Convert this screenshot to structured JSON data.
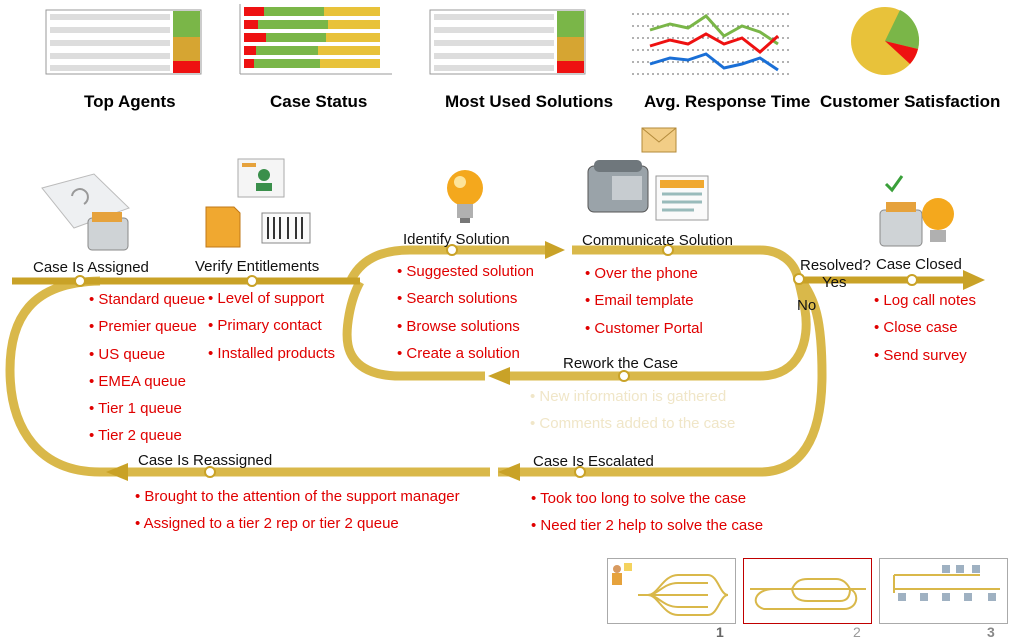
{
  "dashboard": {
    "titles": [
      "Top Agents",
      "Case Status",
      "Most Used Solutions",
      "Avg. Response Time",
      "Customer Satisfaction"
    ]
  },
  "flow": {
    "stages": {
      "case_assigned": "Case Is Assigned",
      "verify_entitlements": "Verify Entitlements",
      "identify_solution": "Identify Solution",
      "communicate_solution": "Communicate Solution",
      "resolved": "Resolved?",
      "yes": "Yes",
      "no": "No",
      "case_closed": "Case Closed",
      "rework": "Rework the Case",
      "escalated": "Case Is Escalated",
      "reassigned": "Case Is Reassigned"
    },
    "queues": [
      "Standard queue",
      "Premier queue",
      "US queue",
      "EMEA queue",
      "Tier 1 queue",
      "Tier 2 queue"
    ],
    "entitlements": [
      "Level of support",
      "Primary contact",
      "Installed products"
    ],
    "solutions": [
      "Suggested solution",
      "Search solutions",
      "Browse solutions",
      "Create a solution"
    ],
    "communications": [
      "Over the phone",
      "Email template",
      "Customer Portal"
    ],
    "closed_actions": [
      "Log call notes",
      "Close case",
      "Send survey"
    ],
    "rework_reasons": [
      "New information is gathered",
      "Comments added to the case"
    ],
    "escalation_reasons": [
      "Took too long to solve the case",
      "Need tier 2 help to solve the case"
    ],
    "reassign_reasons": [
      "Brought to the attention of the support manager",
      "Assigned to a tier 2 rep or tier 2 queue"
    ]
  },
  "thumbnails": {
    "numbers": [
      "1",
      "2",
      "3"
    ],
    "active_index": 2
  },
  "colors": {
    "flow_gold": "#d9b84a",
    "arrow_gold": "#c9a227",
    "item_red": "#e00000",
    "green": "#7ab648",
    "amber": "#d6a532",
    "red": "#ee1111",
    "blue": "#1a6fd6"
  }
}
